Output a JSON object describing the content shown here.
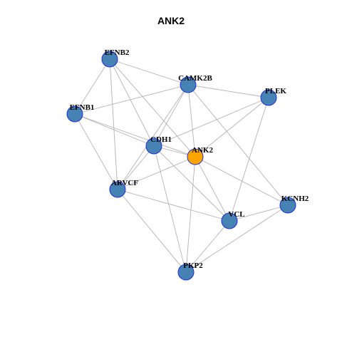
{
  "title": "ANK2",
  "colors": {
    "node_default": "#4682b4",
    "node_focus": "#ffa500",
    "node_border": "#1e2fd6",
    "edge": "#b3b3b3"
  },
  "nodes": [
    {
      "id": "EFNB2",
      "label": "EFNB2",
      "focus": false
    },
    {
      "id": "CAMK2B",
      "label": "CAMK2B",
      "focus": false
    },
    {
      "id": "PLEK",
      "label": "PLEK",
      "focus": false
    },
    {
      "id": "EFNB1",
      "label": "EFNB1",
      "focus": false
    },
    {
      "id": "CDH1",
      "label": "CDH1",
      "focus": false
    },
    {
      "id": "ANK2",
      "label": "ANK2",
      "focus": true
    },
    {
      "id": "ARVCF",
      "label": "ARVCF",
      "focus": false
    },
    {
      "id": "KCNH2",
      "label": "KCNH2",
      "focus": false
    },
    {
      "id": "VCL",
      "label": "VCL",
      "focus": false
    },
    {
      "id": "PKP2",
      "label": "PKP2",
      "focus": false
    }
  ],
  "edges": [
    [
      "EFNB2",
      "CAMK2B"
    ],
    [
      "EFNB2",
      "EFNB1"
    ],
    [
      "EFNB2",
      "CDH1"
    ],
    [
      "EFNB2",
      "ANK2"
    ],
    [
      "EFNB2",
      "ARVCF"
    ],
    [
      "CAMK2B",
      "PLEK"
    ],
    [
      "CAMK2B",
      "EFNB1"
    ],
    [
      "CAMK2B",
      "CDH1"
    ],
    [
      "CAMK2B",
      "ANK2"
    ],
    [
      "CAMK2B",
      "ARVCF"
    ],
    [
      "CAMK2B",
      "KCNH2"
    ],
    [
      "PLEK",
      "CDH1"
    ],
    [
      "PLEK",
      "ANK2"
    ],
    [
      "PLEK",
      "VCL"
    ],
    [
      "EFNB1",
      "CDH1"
    ],
    [
      "EFNB1",
      "ANK2"
    ],
    [
      "EFNB1",
      "ARVCF"
    ],
    [
      "CDH1",
      "ANK2"
    ],
    [
      "CDH1",
      "ARVCF"
    ],
    [
      "CDH1",
      "VCL"
    ],
    [
      "CDH1",
      "PKP2"
    ],
    [
      "ANK2",
      "ARVCF"
    ],
    [
      "ANK2",
      "KCNH2"
    ],
    [
      "ANK2",
      "VCL"
    ],
    [
      "ANK2",
      "PKP2"
    ],
    [
      "ARVCF",
      "VCL"
    ],
    [
      "ARVCF",
      "PKP2"
    ],
    [
      "KCNH2",
      "VCL"
    ],
    [
      "KCNH2",
      "PKP2"
    ],
    [
      "VCL",
      "PKP2"
    ]
  ]
}
